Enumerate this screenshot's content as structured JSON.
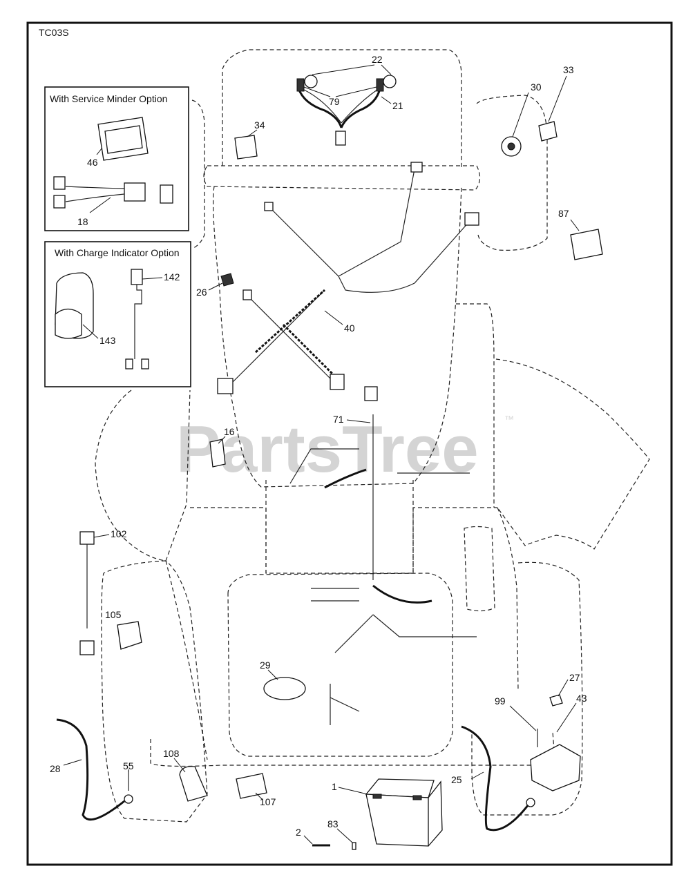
{
  "diagram_code": "TC03S",
  "watermark": "PartsTree",
  "trademark": "™",
  "insets": {
    "service_minder": {
      "title": "With Service Minder Option"
    },
    "charge_indicator": {
      "title": "With Charge Indicator Option"
    }
  },
  "callouts": [
    {
      "id": "22",
      "label": "22"
    },
    {
      "id": "79",
      "label": "79"
    },
    {
      "id": "21",
      "label": "21"
    },
    {
      "id": "34",
      "label": "34"
    },
    {
      "id": "33",
      "label": "33"
    },
    {
      "id": "30",
      "label": "30"
    },
    {
      "id": "87",
      "label": "87"
    },
    {
      "id": "46",
      "label": "46"
    },
    {
      "id": "18",
      "label": "18"
    },
    {
      "id": "142",
      "label": "142"
    },
    {
      "id": "143",
      "label": "143"
    },
    {
      "id": "26",
      "label": "26"
    },
    {
      "id": "40",
      "label": "40"
    },
    {
      "id": "71",
      "label": "71"
    },
    {
      "id": "16",
      "label": "16"
    },
    {
      "id": "102",
      "label": "102"
    },
    {
      "id": "105",
      "label": "105"
    },
    {
      "id": "29",
      "label": "29"
    },
    {
      "id": "27",
      "label": "27"
    },
    {
      "id": "99",
      "label": "99"
    },
    {
      "id": "43",
      "label": "43"
    },
    {
      "id": "28",
      "label": "28"
    },
    {
      "id": "55",
      "label": "55"
    },
    {
      "id": "108",
      "label": "108"
    },
    {
      "id": "107",
      "label": "107"
    },
    {
      "id": "1",
      "label": "1"
    },
    {
      "id": "25",
      "label": "25"
    },
    {
      "id": "2",
      "label": "2"
    },
    {
      "id": "83",
      "label": "83"
    }
  ]
}
